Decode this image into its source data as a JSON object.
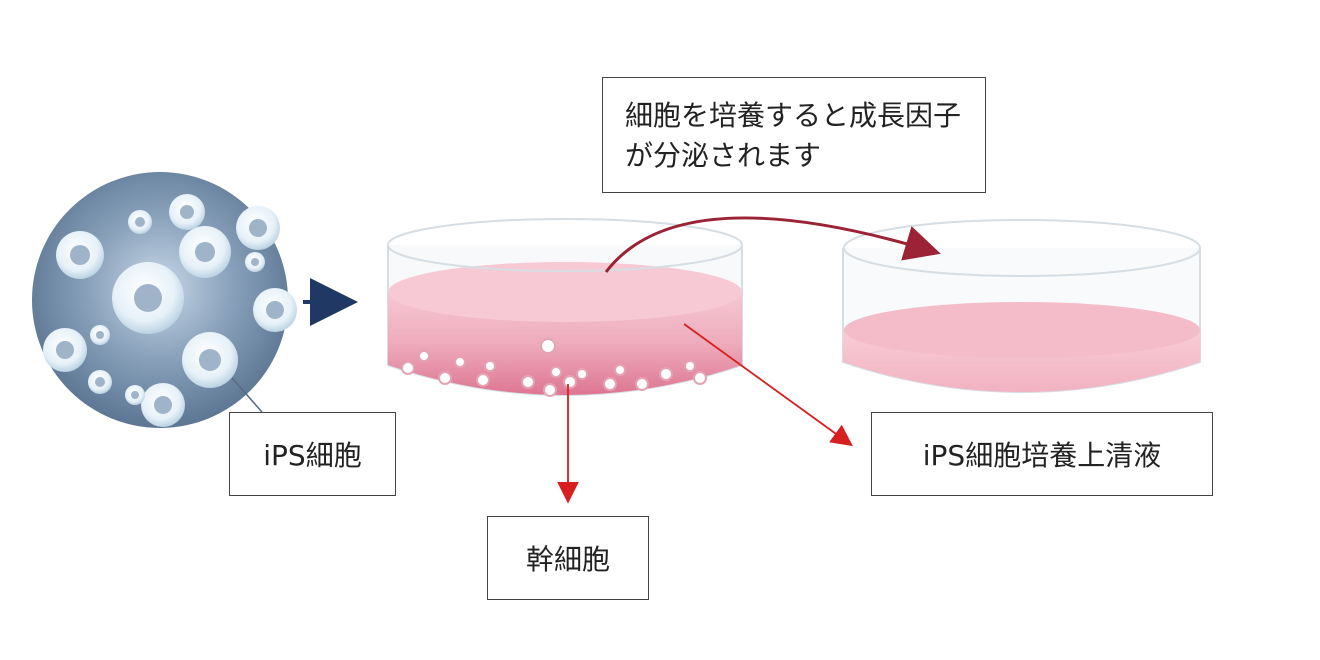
{
  "labels": {
    "secretion_line1": "細胞を培養すると成長因子",
    "secretion_line2": "が分泌されます",
    "ips_cells": "iPS細胞",
    "stem_cells": "幹細胞",
    "ips_culture_supernatant": "iPS細胞培養上清液"
  },
  "colors": {
    "arrow_red": "#d81f1f",
    "arrow_maroon": "#9b2335",
    "arrow_navy": "#1f3864",
    "medium_pink": "#e98fa6",
    "supernatant_pink": "#f2b9c6",
    "sphere_blue": "#6f8aa6"
  }
}
